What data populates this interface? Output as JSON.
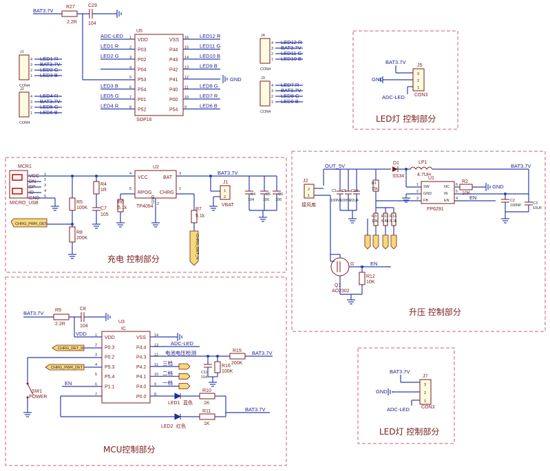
{
  "top_section": {
    "bat_label": "BAT3.7V",
    "r27": {
      "ref": "R27",
      "value": "2.2R"
    },
    "c29": {
      "ref": "C29",
      "value": "104"
    },
    "u5": {
      "ref": "U5",
      "package": "SOP16",
      "left_pins": [
        "VDD",
        "P03",
        "P02",
        "P04",
        "P53",
        "P54",
        "P01",
        "P52"
      ],
      "right_pins": [
        "VSS",
        "P44",
        "P43",
        "P42",
        "P41",
        "P40",
        "P00",
        "P54"
      ],
      "left_nums": [
        "1",
        "2",
        "3",
        "4",
        "5",
        "6",
        "7",
        "8"
      ],
      "right_nums": [
        "16",
        "15",
        "14",
        "13",
        "12",
        "11",
        "10",
        "9"
      ],
      "left_nets": [
        "ADC-LED",
        "LED1 R",
        "LED2 G",
        "",
        "",
        "LED3 B",
        "LED5 G",
        "LED4 R"
      ],
      "right_nets": [
        "LED12 R",
        "LED11 G",
        "LED10 B",
        "LED9 B",
        "GND",
        "LED8 G",
        "LED7 R",
        "LED6 B"
      ]
    },
    "j_left1": {
      "ref": "J1",
      "name": "CON4",
      "pins": [
        "4",
        "3",
        "2",
        "1"
      ],
      "nets": [
        "LED1 R",
        "BAT3.7V",
        "LED2 G",
        "LED3 B"
      ]
    },
    "j_left2": {
      "ref": "J2",
      "name": "CON4",
      "pins": [
        "4",
        "3",
        "2",
        "1"
      ],
      "nets": [
        "LED4 R",
        "BAT3.7V",
        "LED5 G",
        "LED6 B"
      ]
    },
    "j_right1": {
      "ref": "J4",
      "name": "CON4",
      "pins": [
        "4",
        "3",
        "2",
        "1"
      ],
      "nets": [
        "LED12 R",
        "BAT3.7V",
        "LED11 G",
        "LED10 B"
      ]
    },
    "j_right2": {
      "ref": "J3",
      "name": "CON4",
      "pins": [
        "4",
        "3",
        "2",
        "1"
      ],
      "nets": [
        "LED7 R",
        "BAT3.7V",
        "LED8 G",
        "LED9 B"
      ]
    }
  },
  "led_box1": {
    "title": "LED灯 控制部分",
    "bat": "BAT3.7V",
    "gnd": "GND",
    "adc": "ADC-LED",
    "j5": {
      "ref": "J5",
      "name": "CON3",
      "pins": [
        "3",
        "2",
        "1"
      ]
    }
  },
  "charge": {
    "title": "充电 控制部分",
    "mcr": {
      "ref": "MCR1",
      "name": "MICRO_USB",
      "pins": [
        "VCC",
        "DN",
        "DP",
        "ID",
        "GND"
      ],
      "nums": [
        "1",
        "2",
        "3",
        "4",
        "5"
      ]
    },
    "u2": {
      "ref": "U2",
      "name": "TP4054",
      "pins_left": [
        "VCC",
        "RPOG"
      ],
      "pins_right": [
        "BAT",
        "CHRG"
      ],
      "gnd": "GND",
      "nums": [
        "4",
        "5",
        "3",
        "1",
        "2"
      ]
    },
    "r5": {
      "ref": "R5",
      "value": "100K"
    },
    "r8": {
      "ref": "R8",
      "value": "200K"
    },
    "r4": {
      "ref": "R4",
      "value": "1R"
    },
    "c7": {
      "ref": "C7",
      "value": "105"
    },
    "r6": {
      "ref": "R6",
      "value": "5.1k"
    },
    "r7": {
      "ref": "R7",
      "value": "5.1k"
    },
    "bat": "BAT3.7V",
    "j1": {
      "ref": "J1",
      "name": "VBAT",
      "pins": [
        "1",
        "2"
      ]
    },
    "c4": {
      "ref": "C4",
      "value": "104"
    },
    "c5": {
      "ref": "C5",
      "value": "106"
    },
    "c6": {
      "ref": "C6",
      "value": "106"
    },
    "chrg_port": "CHRG_PWR_DET",
    "chrg_vert": "CHRG_DET_N"
  },
  "boost": {
    "title": "升压 控制部分",
    "out": "OUT_5V",
    "bat": "BAT3.7V",
    "d1": {
      "ref": "D1",
      "name": "SS34"
    },
    "lp1": {
      "ref": "LP1",
      "value": "4.7UH"
    },
    "u1": {
      "ref": "U1",
      "name": "FP6291",
      "pins_left": [
        "SW",
        "GND",
        "FB"
      ],
      "pins_right": [
        "NC",
        "IN",
        "EN"
      ],
      "nums_left": [
        "1",
        "2",
        "3"
      ],
      "nums_right": [
        "6",
        "5",
        "4"
      ]
    },
    "r2": {
      "ref": "R2",
      "value": "10K"
    },
    "j2": {
      "ref": "J2",
      "name": "接风扇",
      "pins": [
        "2",
        "1"
      ]
    },
    "c1": {
      "ref": "C1",
      "value": "100NF"
    },
    "c9": {
      "ref": "C9",
      "value": "100NF"
    },
    "c10": {
      "ref": "C10",
      "value": "22UF"
    },
    "r1": {
      "ref": "R1",
      "value": "75k"
    },
    "r3": {
      "ref": "R3",
      "value": "10k"
    },
    "r13": {
      "ref": "R13",
      "value": "6.8k"
    },
    "r14": {
      "ref": "R14",
      "value": "5.1k"
    },
    "c2": {
      "ref": "C2",
      "value": "100NF"
    },
    "c3": {
      "ref": "C3",
      "value": "10UF"
    },
    "en": "EN",
    "q1": {
      "ref": "Q1",
      "name": "AO2302",
      "g": "G"
    },
    "r12": {
      "ref": "R12",
      "value": "10K"
    },
    "gnd": "GND"
  },
  "mcu": {
    "title": "MCU控制部分",
    "bat": "BAT3.7V",
    "r9": {
      "ref": "R9",
      "value": "2.2R"
    },
    "c8": {
      "ref": "C8",
      "value": "104"
    },
    "u3": {
      "ref": "U3",
      "name": "IC",
      "left_pins": [
        "VDD",
        "P0.3",
        "P0.2",
        "P5.3",
        "P5.4",
        "P1.1"
      ],
      "right_pins": [
        "VSS",
        "P4.4",
        "P4.3",
        "P4.2",
        "P4.1",
        "P4.0",
        "P0.0"
      ],
      "left_nums": [
        "1",
        "2",
        "3",
        "4",
        "5",
        "6",
        "7"
      ],
      "right_nums": [
        "14",
        "13",
        "12",
        "11",
        "10",
        "9",
        "8"
      ]
    },
    "vdd": "VDD",
    "port_chrg_det": "CHRG_DET_N",
    "port_chrg_pwr": "CHRG_PWR_DET",
    "adc_led": "ADC-LED",
    "battery_detect": "电池电压检测",
    "r15": {
      "ref": "R15",
      "value": "200K"
    },
    "r16": {
      "ref": "R16",
      "value": "100K"
    },
    "c11": {
      "ref": "C11",
      "value": "104"
    },
    "gears": [
      "三档",
      "二档",
      "一档"
    ],
    "sw1": {
      "ref": "SW1",
      "name": "POWER"
    },
    "en": "EN",
    "led1": {
      "ref": "LED1",
      "color": "蓝色"
    },
    "led2": {
      "ref": "LED2",
      "color": "红色"
    },
    "r10": {
      "ref": "R10",
      "value": "1K"
    },
    "r11": {
      "ref": "R11",
      "value": "1K"
    },
    "bat_right": "BAT3.7V"
  },
  "led_box2": {
    "title": "LED灯 控制部分",
    "bat": "BAT3.7V",
    "gnd": "GND",
    "adc": "ADC-LED",
    "j7": {
      "ref": "J7",
      "name": "CON3",
      "pins": [
        "3",
        "2",
        "1"
      ]
    }
  }
}
